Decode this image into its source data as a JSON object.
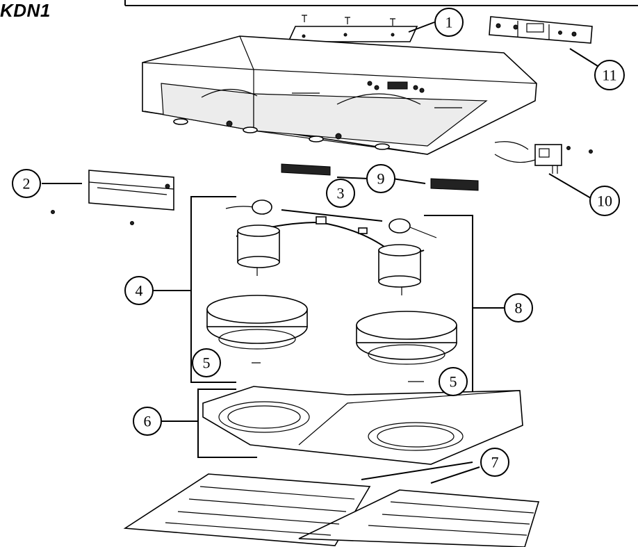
{
  "model_code": "KDN1",
  "callouts": [
    {
      "id": "1",
      "label": "1"
    },
    {
      "id": "2",
      "label": "2"
    },
    {
      "id": "3",
      "label": "3"
    },
    {
      "id": "4",
      "label": "4"
    },
    {
      "id": "5a",
      "label": "5"
    },
    {
      "id": "5b",
      "label": "5"
    },
    {
      "id": "6",
      "label": "6"
    },
    {
      "id": "7",
      "label": "7"
    },
    {
      "id": "8",
      "label": "8"
    },
    {
      "id": "9",
      "label": "9"
    },
    {
      "id": "10",
      "label": "10"
    },
    {
      "id": "11",
      "label": "11"
    }
  ]
}
